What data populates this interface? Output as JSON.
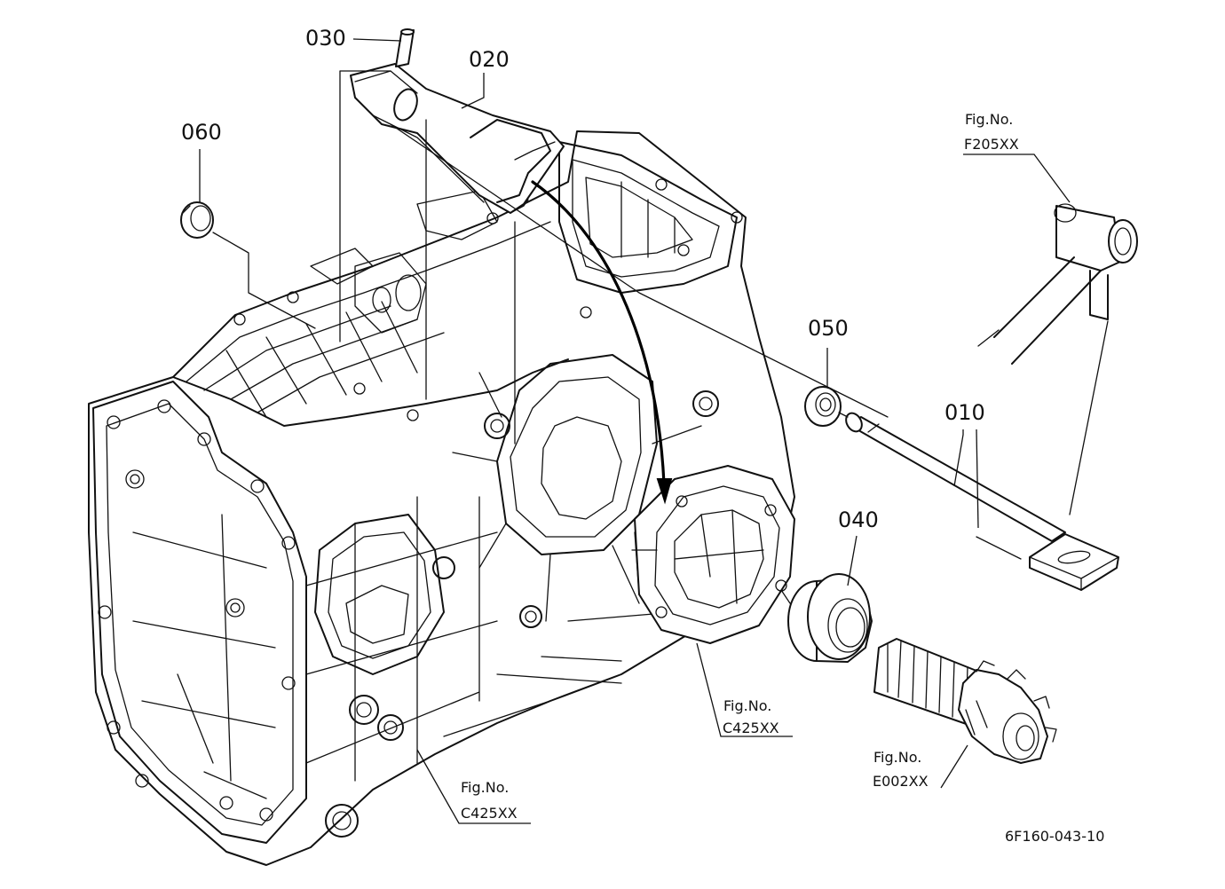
{
  "parts": {
    "p010": "010",
    "p020": "020",
    "p030": "030",
    "p040": "040",
    "p050": "050",
    "p060": "060"
  },
  "references": {
    "f205": {
      "prefix": "Fig.No.",
      "code": "F205XX"
    },
    "c425_right": {
      "prefix": "Fig.No.",
      "code": "C425XX"
    },
    "c425_bottom": {
      "prefix": "Fig.No.",
      "code": "C425XX"
    },
    "e002": {
      "prefix": "Fig.No.",
      "code": "E002XX"
    }
  },
  "drawing_code": "6F160-043-10"
}
